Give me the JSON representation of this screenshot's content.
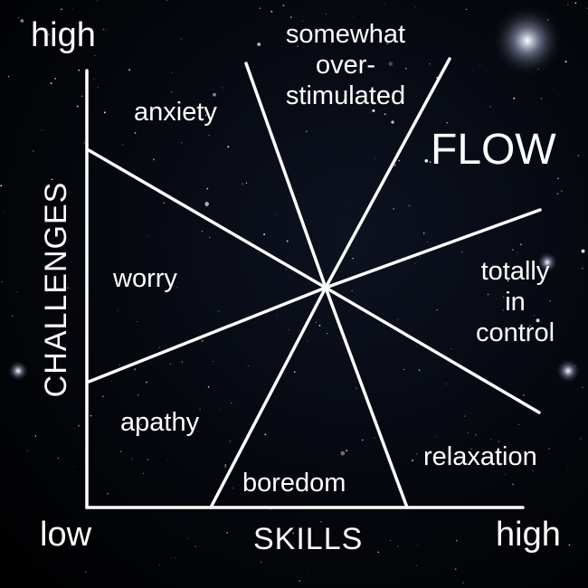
{
  "axes": {
    "x_title": "SKILLS",
    "y_title": "CHALLENGES",
    "x_low": "low",
    "x_high": "high",
    "y_high": "high"
  },
  "regions": {
    "anxiety": "anxiety",
    "overstimulated": [
      "somewhat",
      "over-",
      "stimulated"
    ],
    "flow": "FLOW",
    "worry": "worry",
    "control": [
      "totally",
      "in",
      "control"
    ],
    "apathy": "apathy",
    "relaxation": "relaxation",
    "boredom": "boredom"
  },
  "colors": {
    "background": "#000000",
    "lines": "#ffffff",
    "text": "#ffffff"
  }
}
